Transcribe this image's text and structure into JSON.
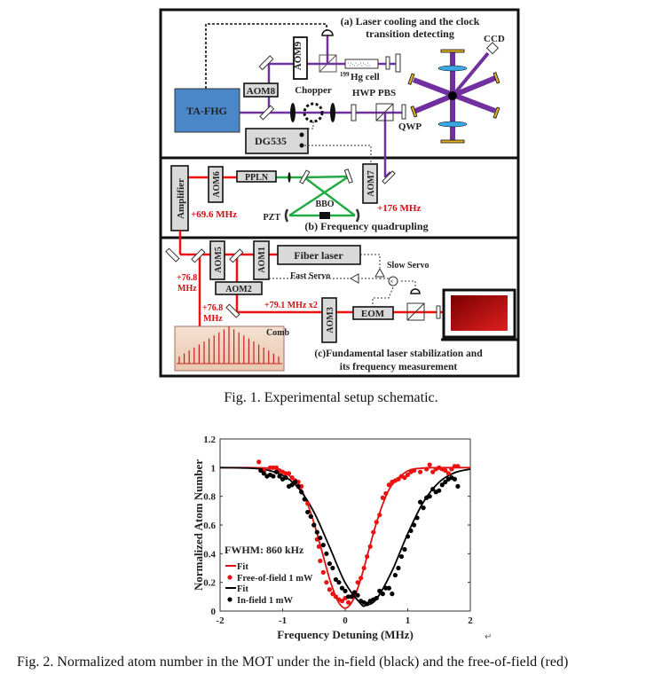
{
  "figure1": {
    "caption": "Fig. 1. Experimental setup schematic.",
    "panel_a": {
      "title_line1": "(a) Laser cooling and the clock",
      "title_line2": "transition detecting",
      "ta_fhg": "TA-FHG",
      "aom8": "AOM8",
      "aom9": "AOM9",
      "chopper": "Chopper",
      "hwp": "HWP",
      "pbs": "PBS",
      "qwp": "QWP",
      "dg535": "DG535",
      "hg_isotope": "199",
      "hg_cell": "Hg cell",
      "ccd": "CCD"
    },
    "panel_b": {
      "title": "(b) Frequency quadrupling",
      "amplifier": "Amplifier",
      "aom6": "AOM6",
      "ppln": "PPLN",
      "bbo": "BBO",
      "pzt": "PZT",
      "aom7": "AOM7",
      "freq_aom6": "+69.6 MHz",
      "freq_aom7": "+176 MHz"
    },
    "panel_c": {
      "title_line1": "(c)Fundamental laser stabilization and",
      "title_line2": "its frequency measurement",
      "fiber_laser": "Fiber laser",
      "aom5": "AOM5",
      "aom1": "AOM1",
      "aom2": "AOM2",
      "aom3": "AOM3",
      "eom": "EOM",
      "comb": "Comb",
      "slow_servo": "Slow Servo",
      "fast_servo": "Fast Servo",
      "freq_1_line1": "+76.8",
      "freq_1_line2": "MHz",
      "freq_2_line1": "+76.8",
      "freq_2_line2": "MHz",
      "freq_aom3": "+79.1 MHz x2"
    },
    "colors": {
      "uv_beam": "#7030a0",
      "red_beam": "#ee1111",
      "green_beam": "#22aa44",
      "ta_fhg_box": "#4a86c8"
    }
  },
  "figure2": {
    "caption": "Fig. 2. Normalized atom number in the MOT under the in-field (black) and the free-of-field (red)",
    "return_mark": "↵"
  },
  "chart_data": {
    "type": "scatter",
    "xlabel": "Frequency Detuning (MHz)",
    "ylabel": "Normalized Atom Number",
    "xlim": [
      -2,
      2
    ],
    "ylim": [
      0,
      1.2
    ],
    "xticks": [
      "-2",
      "-1",
      "0",
      "1",
      "2"
    ],
    "yticks": [
      "0",
      "0.2",
      "0.4",
      "0.6",
      "0.8",
      "1",
      "1.2"
    ],
    "annotation": "FWHM: 860 kHz",
    "grid": false,
    "legend_position": "left",
    "series": [
      {
        "name": "Fit",
        "kind": "line",
        "color": "#dd1111",
        "x": [
          -2,
          -1.75,
          -1.5,
          -1.25,
          -1,
          -0.75,
          -0.625,
          -0.5,
          -0.375,
          -0.25,
          -0.125,
          0,
          0.125,
          0.25,
          0.375,
          0.5,
          0.625,
          0.75,
          1,
          1.25,
          1.5,
          1.75,
          2
        ],
        "y": [
          1,
          1,
          1,
          0.997,
          0.977,
          0.881,
          0.773,
          0.616,
          0.422,
          0.225,
          0.076,
          0.02,
          0.076,
          0.225,
          0.422,
          0.616,
          0.773,
          0.881,
          0.977,
          0.997,
          1,
          1,
          1
        ]
      },
      {
        "name": "Free-of-field 1 mW",
        "kind": "scatter",
        "color": "#ee1111",
        "points": [
          [
            -1.38,
            1.04
          ],
          [
            -1.3,
            0.98
          ],
          [
            -1.2,
            1.0
          ],
          [
            -1.15,
            1.0
          ],
          [
            -1.1,
            1.0
          ],
          [
            -1.05,
            0.98
          ],
          [
            -1.0,
            0.97
          ],
          [
            -0.95,
            0.96
          ],
          [
            -0.9,
            0.96
          ],
          [
            -0.85,
            0.93
          ],
          [
            -0.8,
            0.91
          ],
          [
            -0.75,
            0.9
          ],
          [
            -0.7,
            0.87
          ],
          [
            -0.6,
            0.75
          ],
          [
            -0.55,
            0.66
          ],
          [
            -0.5,
            0.6
          ],
          [
            -0.45,
            0.5
          ],
          [
            -0.42,
            0.45
          ],
          [
            -0.4,
            0.35
          ],
          [
            -0.35,
            0.27
          ],
          [
            -0.3,
            0.2
          ],
          [
            -0.25,
            0.15
          ],
          [
            -0.2,
            0.12
          ],
          [
            -0.15,
            0.1
          ],
          [
            -0.1,
            0.08
          ],
          [
            -0.05,
            0.07
          ],
          [
            0,
            0.09
          ],
          [
            0.05,
            0.06
          ],
          [
            0.1,
            0.1
          ],
          [
            0.15,
            0.13
          ],
          [
            0.2,
            0.2
          ],
          [
            0.25,
            0.23
          ],
          [
            0.3,
            0.3
          ],
          [
            0.35,
            0.38
          ],
          [
            0.4,
            0.45
          ],
          [
            0.45,
            0.55
          ],
          [
            0.5,
            0.62
          ],
          [
            0.55,
            0.67
          ],
          [
            0.6,
            0.79
          ],
          [
            0.65,
            0.82
          ],
          [
            0.7,
            0.88
          ],
          [
            0.75,
            0.9
          ],
          [
            0.8,
            0.91
          ],
          [
            0.85,
            0.92
          ],
          [
            0.9,
            0.94
          ],
          [
            0.95,
            0.93
          ],
          [
            1.0,
            0.95
          ],
          [
            1.05,
            0.97
          ],
          [
            1.1,
            0.98
          ],
          [
            1.2,
            0.97
          ],
          [
            1.3,
            0.99
          ],
          [
            1.35,
            1.02
          ],
          [
            1.4,
            0.97
          ],
          [
            1.45,
            0.99
          ],
          [
            1.5,
            1.0
          ],
          [
            1.55,
            0.99
          ],
          [
            1.6,
            0.98
          ],
          [
            1.65,
            0.96
          ],
          [
            1.7,
            0.99
          ],
          [
            1.75,
            1.01
          ],
          [
            1.8,
            1.01
          ]
        ]
      },
      {
        "name": "Fit",
        "kind": "line",
        "color": "#000000",
        "x": [
          -2,
          -1.75,
          -1.5,
          -1.25,
          -1,
          -0.75,
          -0.5,
          -0.25,
          0,
          0.25,
          0.33,
          0.5,
          0.75,
          1,
          1.25,
          1.5,
          1.75,
          2
        ],
        "y": [
          1,
          0.999,
          0.996,
          0.984,
          0.947,
          0.859,
          0.69,
          0.447,
          0.197,
          0.05,
          0.04,
          0.084,
          0.281,
          0.54,
          0.76,
          0.898,
          0.965,
          0.99
        ]
      },
      {
        "name": "In-field 1 mW",
        "kind": "scatter",
        "color": "#000000",
        "points": [
          [
            -1.35,
            0.98
          ],
          [
            -1.3,
            0.96
          ],
          [
            -1.25,
            0.94
          ],
          [
            -1.2,
            0.95
          ],
          [
            -1.15,
            0.94
          ],
          [
            -1.1,
            0.97
          ],
          [
            -1.05,
            0.94
          ],
          [
            -1.0,
            0.92
          ],
          [
            -0.95,
            0.93
          ],
          [
            -0.9,
            0.87
          ],
          [
            -0.85,
            0.88
          ],
          [
            -0.8,
            0.9
          ],
          [
            -0.75,
            0.87
          ],
          [
            -0.7,
            0.83
          ],
          [
            -0.65,
            0.78
          ],
          [
            -0.6,
            0.69
          ],
          [
            -0.55,
            0.66
          ],
          [
            -0.5,
            0.6
          ],
          [
            -0.45,
            0.55
          ],
          [
            -0.4,
            0.51
          ],
          [
            -0.35,
            0.46
          ],
          [
            -0.3,
            0.4
          ],
          [
            -0.25,
            0.33
          ],
          [
            -0.2,
            0.3
          ],
          [
            -0.15,
            0.22
          ],
          [
            -0.1,
            0.2
          ],
          [
            -0.05,
            0.16
          ],
          [
            0,
            0.14
          ],
          [
            0.05,
            0.1
          ],
          [
            0.1,
            0.1
          ],
          [
            0.15,
            0.13
          ],
          [
            0.2,
            0.11
          ],
          [
            0.25,
            0.07
          ],
          [
            0.3,
            0.06
          ],
          [
            0.35,
            0.05
          ],
          [
            0.4,
            0.07
          ],
          [
            0.45,
            0.08
          ],
          [
            0.5,
            0.09
          ],
          [
            0.55,
            0.14
          ],
          [
            0.6,
            0.12
          ],
          [
            0.65,
            0.16
          ],
          [
            0.7,
            0.16
          ],
          [
            0.75,
            0.12
          ],
          [
            0.8,
            0.25
          ],
          [
            0.85,
            0.3
          ],
          [
            0.9,
            0.38
          ],
          [
            0.95,
            0.43
          ],
          [
            1.0,
            0.52
          ],
          [
            1.05,
            0.56
          ],
          [
            1.1,
            0.6
          ],
          [
            1.15,
            0.65
          ],
          [
            1.2,
            0.76
          ],
          [
            1.25,
            0.72
          ],
          [
            1.3,
            0.79
          ],
          [
            1.35,
            0.8
          ],
          [
            1.4,
            0.85
          ],
          [
            1.45,
            0.83
          ],
          [
            1.5,
            0.84
          ],
          [
            1.55,
            0.88
          ],
          [
            1.6,
            0.9
          ],
          [
            1.65,
            0.92
          ],
          [
            1.7,
            0.93
          ],
          [
            1.75,
            0.92
          ],
          [
            1.8,
            0.87
          ]
        ]
      }
    ]
  }
}
